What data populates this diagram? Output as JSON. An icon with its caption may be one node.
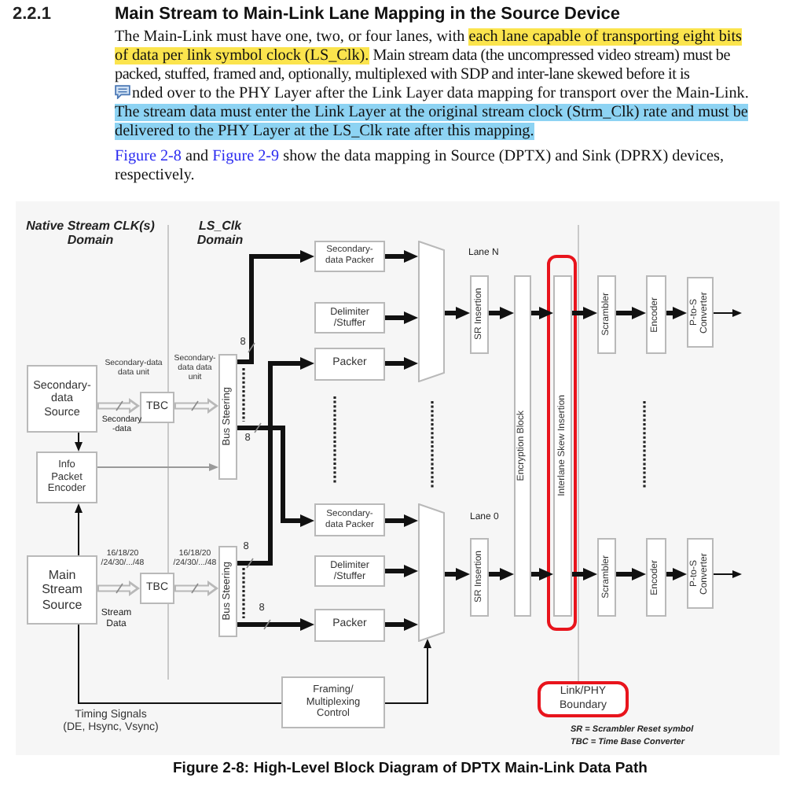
{
  "diagram": {
    "title": "Main Stream to Main-Link Lane Mapping in the Source Device",
    "caption": "Figure 2-8: High-Level Block Diagram of DPTX Main-Link Data Path",
    "nodes": [
      {
        "text": [
          "Secondary-data Source"
        ]
      },
      {
        "text": [
          "TBC"
        ]
      },
      {
        "text": [
          "Bus Steering"
        ]
      },
      {
        "text": [
          "Info Packet Encoder"
        ]
      },
      {
        "text": [
          "Main Stream Source"
        ]
      },
      {
        "text": [
          "TBC"
        ]
      },
      {
        "text": [
          "Bus Steering"
        ]
      },
      {
        "text": [
          "Secondary-data Packer"
        ]
      },
      {
        "text": [
          "Delimiter /Stuffer"
        ]
      },
      {
        "text": [
          "Packer"
        ]
      },
      {
        "text": [
          "Secondary-data Packer"
        ]
      },
      {
        "text": [
          "Delimiter /Stuffer"
        ]
      },
      {
        "text": [
          "Packer"
        ]
      },
      {
        "text": [
          "Framing/ Multiplexing Control"
        ]
      },
      {
        "text": [],
        "shape": "trapezoid"
      },
      {
        "text": [],
        "shape": "trapezoid"
      },
      {
        "text": [
          "SR Insertion"
        ]
      },
      {
        "text": [
          "Encryption Block"
        ]
      },
      {
        "text": [
          "Interlane Skew Insertion"
        ]
      },
      {
        "text": [
          "Scrambler"
        ]
      },
      {
        "text": [
          "Encoder"
        ]
      },
      {
        "text": [
          "P-to-S Converter"
        ]
      },
      {
        "text": [
          "SR Insertion"
        ]
      },
      {
        "text": [
          "Scrambler"
        ]
      },
      {
        "text": [
          "Encoder"
        ]
      },
      {
        "text": [
          "P-to-S Converter"
        ]
      },
      {
        "text": [
          "Link/PHY Boundary"
        ]
      }
    ],
    "edges": [
      {
        "from": 0,
        "to": 1,
        "arrow": "to",
        "label": "Secondary-data data unit",
        "color": "#b8b8b8"
      },
      {
        "from": 1,
        "to": 2,
        "arrow": "to",
        "label": "Secondary-data data unit",
        "color": "#b8b8b8"
      },
      {
        "from": 0,
        "to": 3,
        "arrow": "to"
      },
      {
        "from": 3,
        "to": 2,
        "arrow": "to",
        "color": "#9a9a9a"
      },
      {
        "from": 4,
        "to": 3,
        "arrow": "to"
      },
      {
        "from": 4,
        "to": 5,
        "arrow": "to",
        "label": "16/18/20 /24/30/.../48",
        "color": "#b8b8b8"
      },
      {
        "from": 5,
        "to": 6,
        "arrow": "to",
        "label": "16/18/20 /24/30/.../48",
        "color": "#b8b8b8"
      },
      {
        "from": 4,
        "to": 13,
        "arrow": "none",
        "label": "Timing Signals (DE, Hsync, Vsync)"
      },
      {
        "from": 13,
        "to": 15,
        "arrow": "to"
      },
      {
        "from": 2,
        "to": 7,
        "arrow": "to",
        "label": "8"
      },
      {
        "from": 2,
        "to": 10,
        "arrow": "to",
        "label": "8"
      },
      {
        "from": 6,
        "to": 9,
        "arrow": "to",
        "label": "8"
      },
      {
        "from": 6,
        "to": 12,
        "arrow": "to",
        "label": "8"
      },
      {
        "from": 7,
        "to": 14,
        "arrow": "to"
      },
      {
        "from": 8,
        "to": 14,
        "arrow": "to"
      },
      {
        "from": 9,
        "to": 14,
        "arrow": "to"
      },
      {
        "from": 10,
        "to": 15,
        "arrow": "to"
      },
      {
        "from": 11,
        "to": 15,
        "arrow": "to"
      },
      {
        "from": 12,
        "to": 15,
        "arrow": "to"
      },
      {
        "from": 14,
        "to": 16,
        "arrow": "to"
      },
      {
        "from": 16,
        "to": 17,
        "arrow": "to"
      },
      {
        "from": 17,
        "to": 18,
        "arrow": "to"
      },
      {
        "from": 18,
        "to": 19,
        "arrow": "to"
      },
      {
        "from": 19,
        "to": 20,
        "arrow": "to"
      },
      {
        "from": 20,
        "to": 21,
        "arrow": "to"
      },
      {
        "from": 21,
        "to": null,
        "arrow": "to"
      },
      {
        "from": 15,
        "to": 22,
        "arrow": "to"
      },
      {
        "from": 22,
        "to": 17,
        "arrow": "to"
      },
      {
        "from": 17,
        "to": 18,
        "arrow": "to"
      },
      {
        "from": 18,
        "to": 23,
        "arrow": "to"
      },
      {
        "from": 23,
        "to": 24,
        "arrow": "to"
      },
      {
        "from": 24,
        "to": 25,
        "arrow": "to"
      },
      {
        "from": 25,
        "to": null,
        "arrow": "to"
      }
    ],
    "labels": [
      "2.2.1",
      "The Main-Link must have one, two, or four lanes, with",
      "each lane capable of transporting eight bits of data per link symbol clock (LS_Clk).",
      "Main stream data (the uncompressed video stream) must be packed, stuffed, framed and, optionally, multiplexed with SDP and inter-lane skewed before it is",
      "nded over to the PHY Layer after the Link Layer data mapping for transport over the Main-Link.",
      "The stream data must enter the Link Layer at the original stream clock (Strm_Clk) rate and must be delivered to the PHY Layer at the LS_Clk rate after this mapping.",
      "Figure 2-8",
      "and",
      "Figure 2-9",
      "show the data mapping in Source (DPTX) and Sink (DPRX) devices, respectively.",
      "Native Stream CLK(s) Domain",
      "LS_Clk Domain",
      "Secondary -data",
      "Stream Data",
      "Lane N",
      "Lane 0",
      "SR = Scrambler Reset symbol",
      "TBC = Time Base Converter"
    ]
  }
}
